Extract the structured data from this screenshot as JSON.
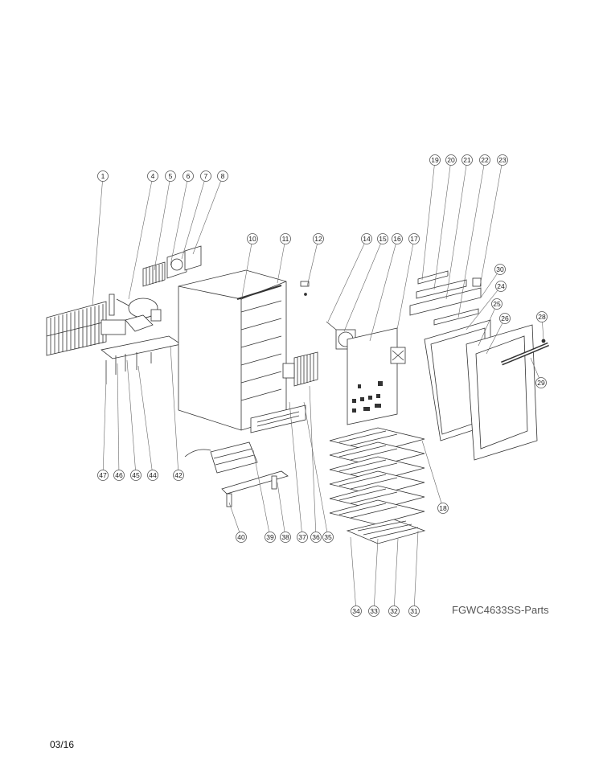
{
  "model_label": "FGWC4633SS-Parts",
  "date_label": "03/16",
  "callouts": [
    "1",
    "4",
    "5",
    "6",
    "7",
    "8",
    "10",
    "11",
    "12",
    "14",
    "15",
    "16",
    "17",
    "18",
    "19",
    "20",
    "21",
    "22",
    "23",
    "24",
    "25",
    "26",
    "28",
    "29",
    "30",
    "31",
    "32",
    "33",
    "34",
    "35",
    "36",
    "37",
    "38",
    "39",
    "40",
    "42",
    "44",
    "45",
    "46",
    "47"
  ]
}
